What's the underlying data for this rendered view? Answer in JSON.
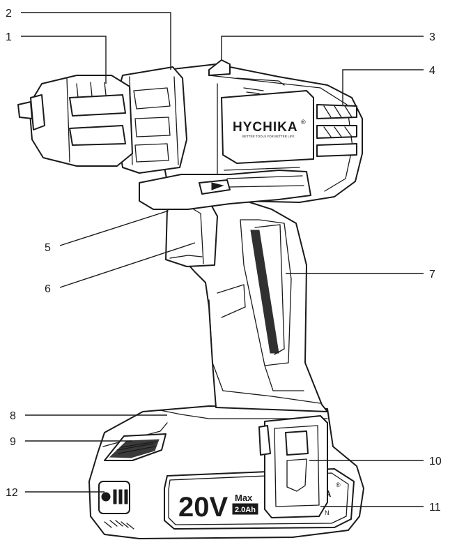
{
  "diagram": {
    "brand": {
      "name": "HYCHIKA",
      "registered": "®",
      "tagline": "BETTER TOOLS FOR BETTER LIFE"
    },
    "battery": {
      "voltage": "20V",
      "max": "Max",
      "capacity": "2.0Ah",
      "partial_text": "A",
      "partial_text_2": "N",
      "registered": "®"
    },
    "callouts": [
      {
        "number": "1"
      },
      {
        "number": "2"
      },
      {
        "number": "3"
      },
      {
        "number": "4"
      },
      {
        "number": "5"
      },
      {
        "number": "6"
      },
      {
        "number": "7"
      },
      {
        "number": "8"
      },
      {
        "number": "9"
      },
      {
        "number": "10"
      },
      {
        "number": "11"
      },
      {
        "number": "12"
      }
    ]
  }
}
